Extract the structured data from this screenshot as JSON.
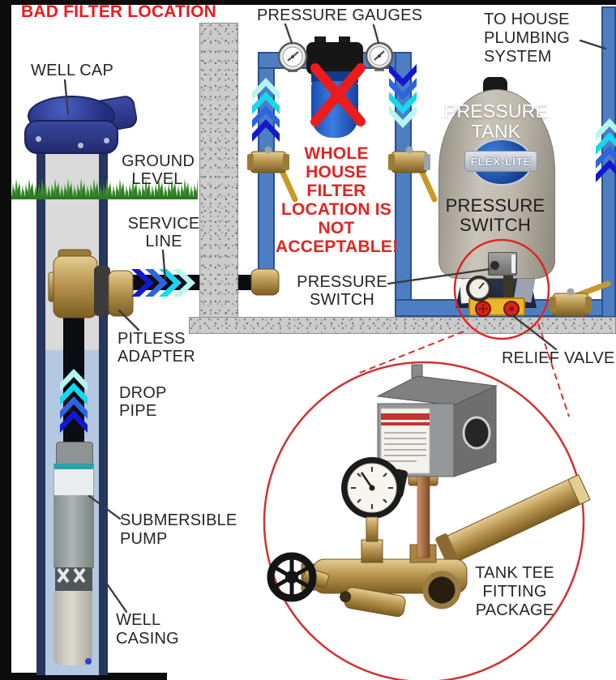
{
  "labels": {
    "bad_filter_location": "BAD FILTER LOCATION",
    "well_cap": "WELL CAP",
    "pressure_gauges": "PRESSURE GAUGES",
    "to_house": "TO HOUSE\nPLUMBING\nSYSTEM",
    "ground_level": "GROUND\nLEVEL",
    "service_line": "SERVICE\nLINE",
    "filter_warning": "WHOLE\nHOUSE\nFILTER\nLOCATION IS\nNOT\nACCEPTABLE!",
    "pressure_switch_pointer": "PRESSURE\nSWITCH",
    "pitless_adapter": "PITLESS\nADAPTER",
    "drop_pipe": "DROP\nPIPE",
    "relief_valve": "RELIEF VALVE",
    "submersible_pump": "SUBMERSIBLE\nPUMP",
    "well_casing": "WELL\nCASING",
    "tank_tee": "TANK TEE\nFITTING\nPACKAGE"
  },
  "tank": {
    "label_top": "PRESSURE\nTANK",
    "brand": "FLEX-LITE",
    "label_bottom": "PRESSURE\nSWITCH"
  },
  "colors": {
    "warning_red": "#e02525",
    "pipe_blue": "#4e7ec2",
    "flow_pale": "#b6f6f0",
    "flow_cyan": "#17d7ee",
    "flow_mid_blue": "#2d65e0",
    "flow_dark_blue": "#1318d0",
    "brass": "#b08f4a",
    "tank_gray": "#beb9ad",
    "highlight_red": "#d43030"
  }
}
